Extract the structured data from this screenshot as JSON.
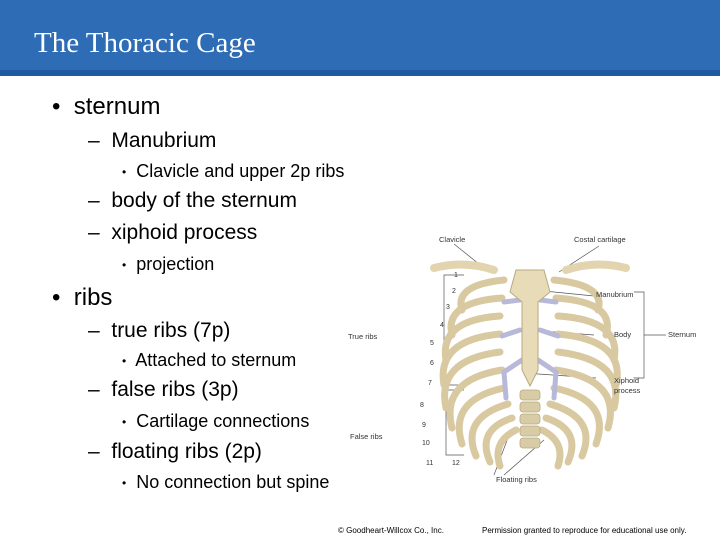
{
  "slide": {
    "title": "The Thoracic Cage",
    "accent_color": "#2e6cb5",
    "bullets": {
      "sternum": "sternum",
      "manubrium": "Manubrium",
      "manubrium_sub": "Clavicle and upper 2p ribs",
      "body": "body of the sternum",
      "xiphoid": "xiphoid process",
      "xiphoid_sub": "projection",
      "ribs": "ribs",
      "true_ribs": "true ribs (7p)",
      "true_sub": "Attached to sternum",
      "false_ribs": "false ribs (3p)",
      "false_sub": "Cartilage connections",
      "floating_ribs": "floating ribs (2p)",
      "floating_sub": "No connection but spine"
    },
    "bullet_symbols": {
      "level1": "•",
      "level2": "–",
      "level3": "•"
    }
  },
  "figure": {
    "labels": {
      "clavicle": "Clavicle",
      "costal_cartilage": "Costal cartilage",
      "manubrium": "Manubrium",
      "true_ribs": "True ribs",
      "body": "Body",
      "sternum": "Sternum",
      "xiphoid1": "Xiphoid",
      "xiphoid2": "process",
      "false_ribs": "False ribs",
      "floating_ribs": "Floating ribs"
    },
    "rib_numbers": [
      "1",
      "2",
      "3",
      "4",
      "5",
      "6",
      "7",
      "8",
      "9",
      "10",
      "11",
      "12"
    ]
  },
  "footer": {
    "copyright": "© Goodheart-Willcox Co., Inc.",
    "permission": "Permission granted to reproduce for educational use only."
  }
}
